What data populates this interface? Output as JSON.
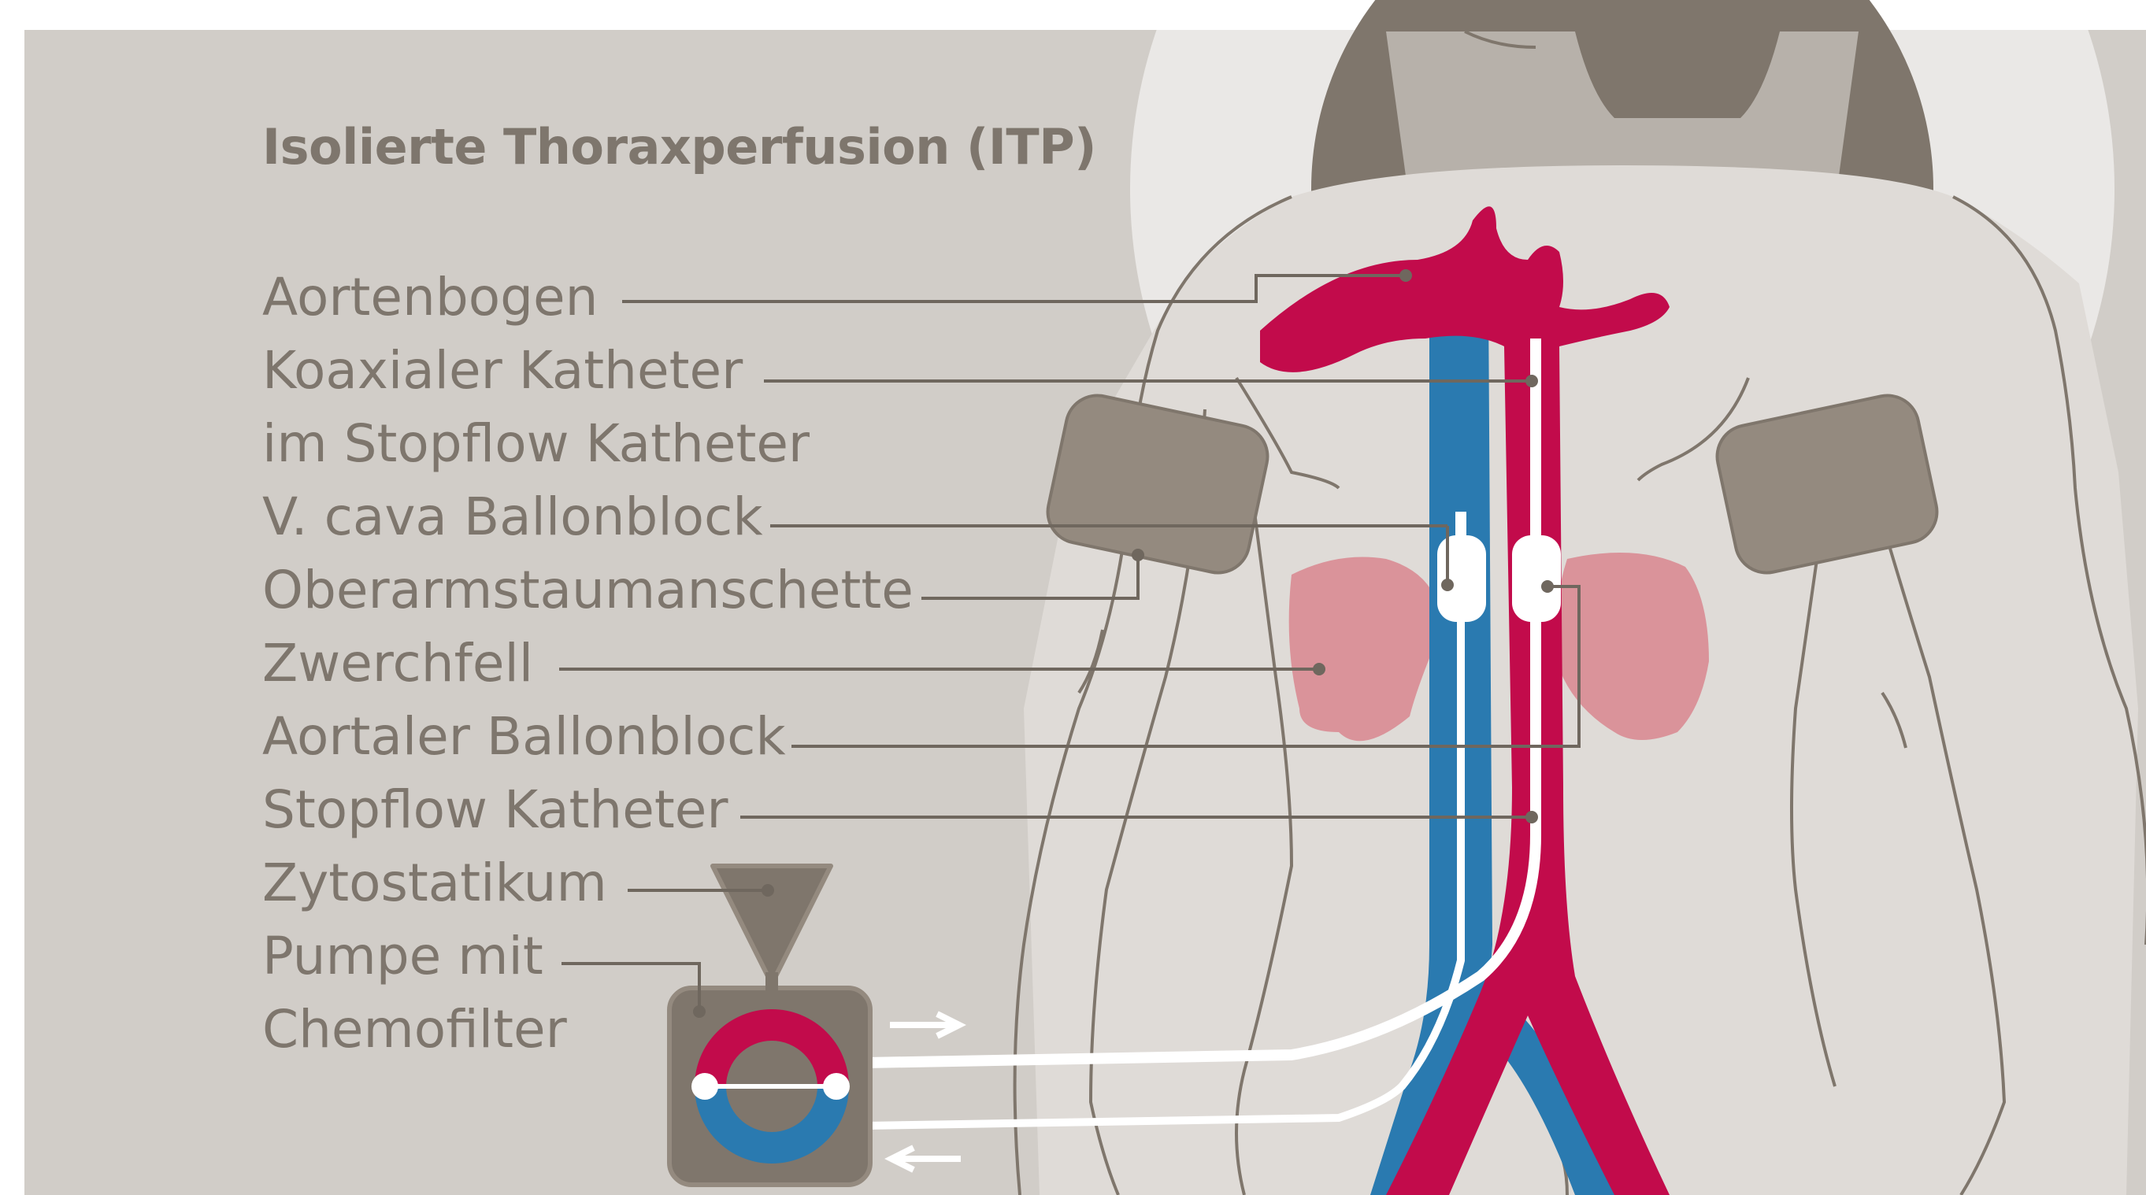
{
  "title": "Isolierte Thoraxperfusion (ITP)",
  "labels": {
    "aortenbogen": "Aortenbogen",
    "koaxialer": "Koaxialer Katheter",
    "stopflow_inner": "im Stopflow Katheter",
    "vcava": "V. cava Ballonblock",
    "oberarm": "Oberarmstaumanschette",
    "zwerchfell": "Zwerchfell",
    "aortaler": "Aortaler Ballonblock",
    "stopflow": "Stopflow Katheter",
    "zytostatikum": "Zytostatikum",
    "pumpe1": "Pumpe mit",
    "pumpe2": "Chemofilter"
  },
  "colors": {
    "background": "#d1cdc8",
    "text": "#7e766d",
    "artery": "#c20b4b",
    "vein": "#2a7ab0",
    "lung": "#d9868f",
    "cuff": "#948a7f",
    "head": "#7f766c",
    "leader": "#6f675e"
  }
}
